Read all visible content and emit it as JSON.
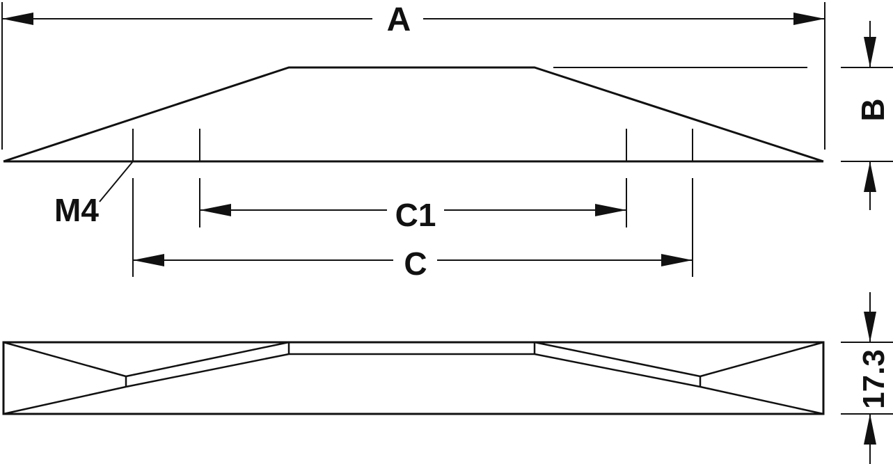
{
  "labels": {
    "a": "A",
    "b": "B",
    "c": "C",
    "c1": "C1",
    "m4": "M4",
    "height": "17.3"
  },
  "colors": {
    "line": "#111111",
    "background": "#ffffff"
  }
}
